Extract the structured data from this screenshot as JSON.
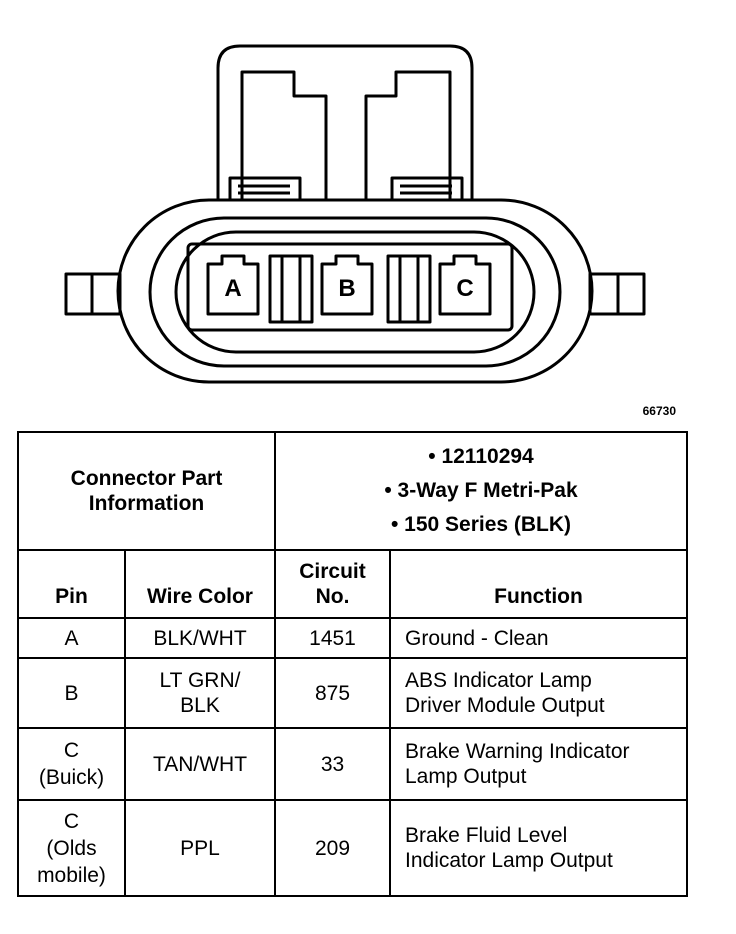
{
  "diagram": {
    "figure_id": "66730",
    "pin_labels": [
      "A",
      "B",
      "C"
    ]
  },
  "info": {
    "title_line1": "Connector Part",
    "title_line2": "Information",
    "bullets": [
      "• 12110294",
      "• 3-Way F Metri-Pak",
      "• 150 Series (BLK)"
    ]
  },
  "headers": {
    "pin": "Pin",
    "wire_color": "Wire Color",
    "circuit_line1": "Circuit",
    "circuit_line2": "No.",
    "function": "Function"
  },
  "rows": [
    {
      "pin": [
        "A"
      ],
      "wire": [
        "BLK/WHT"
      ],
      "circuit": "1451",
      "function": [
        "Ground - Clean"
      ]
    },
    {
      "pin": [
        "B"
      ],
      "wire": [
        "LT GRN/",
        "BLK"
      ],
      "circuit": "875",
      "function": [
        "ABS Indicator Lamp",
        "Driver Module Output"
      ]
    },
    {
      "pin": [
        "C",
        "(Buick)"
      ],
      "wire": [
        "TAN/WHT"
      ],
      "circuit": "33",
      "function": [
        "Brake Warning Indicator",
        "Lamp Output"
      ]
    },
    {
      "pin": [
        "C",
        "(Olds",
        "mobile)"
      ],
      "wire": [
        "PPL"
      ],
      "circuit": "209",
      "function": [
        "Brake Fluid Level",
        "Indicator Lamp Output"
      ]
    }
  ]
}
